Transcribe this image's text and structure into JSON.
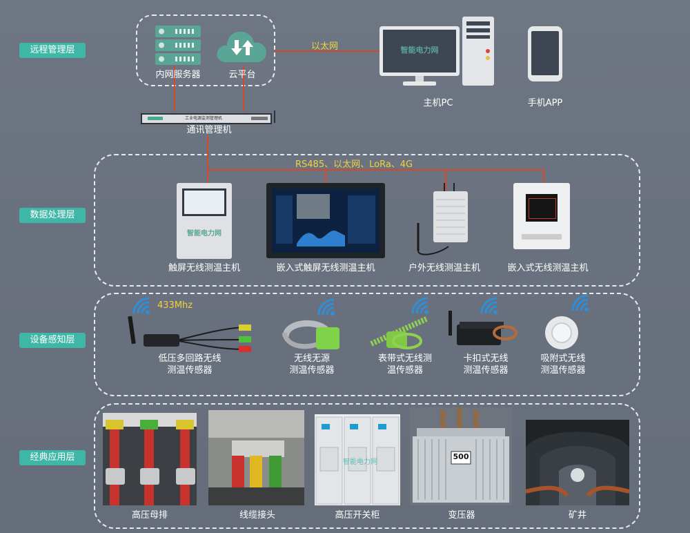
{
  "layers": {
    "remote": "远程管理层",
    "data": "数据处理层",
    "sense": "设备感知层",
    "app": "经典应用层"
  },
  "remote": {
    "server_label": "内网服务器",
    "cloud_label": "云平台",
    "ethernet_label": "以太网",
    "pc_label": "主机PC",
    "phone_label": "手机APP",
    "comm_label": "通讯管理机",
    "comm_device_text": "工业电源监测管理机",
    "brand": "智能电力网"
  },
  "data_layer": {
    "bus_label": "RS485、以太网、LoRa、4G",
    "devices": [
      {
        "label": "触屏无线测温主机"
      },
      {
        "label": "嵌入式触屏无线测温主机"
      },
      {
        "label": "户外无线测温主机"
      },
      {
        "label": "嵌入式无线测温主机"
      }
    ],
    "brand": "智能电力网"
  },
  "sense_layer": {
    "freq_label": "433Mhz",
    "sensors": [
      {
        "line1": "低压多回路无线",
        "line2": "测温传感器"
      },
      {
        "line1": "无线无源",
        "line2": "测温传感器"
      },
      {
        "line1": "表带式无线测",
        "line2": "温传感器"
      },
      {
        "line1": "卡扣式无线",
        "line2": "测温传感器"
      },
      {
        "line1": "吸附式无线",
        "line2": "测温传感器"
      }
    ]
  },
  "app_layer": {
    "items": [
      {
        "label": "高压母排"
      },
      {
        "label": "线缆接头"
      },
      {
        "label": "高压开关柜"
      },
      {
        "label": "变压器"
      },
      {
        "label": "矿井"
      }
    ],
    "transformer_plate": "500",
    "brand": "智能电力网"
  },
  "colors": {
    "background": "#6c7380",
    "layer_tag": "#3fb7a6",
    "link_line": "#d24a2b",
    "highlight_text": "#f2d23a"
  }
}
